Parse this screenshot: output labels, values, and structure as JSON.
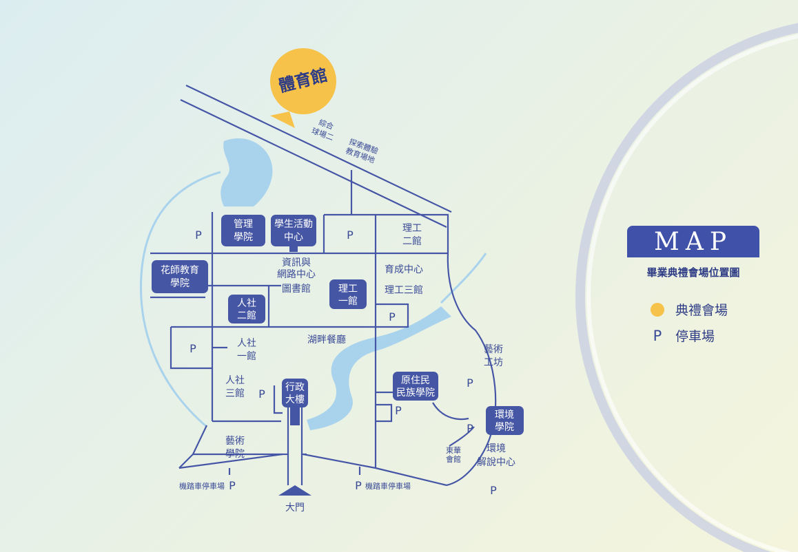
{
  "legend": {
    "title": "MAP",
    "subtitle": "畢業典禮會場位置圖",
    "ceremony_label": "典禮會場",
    "parking_label": "停車場",
    "parking_symbol": "P"
  },
  "venue": {
    "label": "體育館"
  },
  "buildings": {
    "management_l1": "管理",
    "management_l2": "學院",
    "student_center_l1": "學生活動",
    "student_center_l2": "中心",
    "hualien_edu_l1": "花師教育",
    "hualien_edu_l2": "學院",
    "science1_l1": "理工",
    "science1_l2": "一館",
    "humanities2_l1": "人社",
    "humanities2_l2": "二館",
    "admin_l1": "行政",
    "admin_l2": "大樓",
    "indigenous_l1": "原住民",
    "indigenous_l2": "民族學院",
    "environment_l1": "環境",
    "environment_l2": "學院"
  },
  "labels": {
    "court2_l1": "綜合",
    "court2_l2": "球場二",
    "explore_l1": "探索體驗",
    "explore_l2": "教育場地",
    "science2_l1": "理工",
    "science2_l2": "二館",
    "infocenter_l1": "資訊與",
    "infocenter_l2": "網路中心",
    "library": "圖書館",
    "yucheng": "育成中心",
    "science3": "理工三館",
    "lakeside": "湖畔餐廳",
    "humanities1_l1": "人社",
    "humanities1_l2": "一館",
    "humanities3_l1": "人社",
    "humanities3_l2": "三館",
    "arts_studio_l1": "藝術",
    "arts_studio_l2": "工坊",
    "arts_college_l1": "藝術",
    "arts_college_l2": "學院",
    "donghua_l1": "東華",
    "donghua_l2": "會館",
    "env_center_l1": "環境",
    "env_center_l2": "解說中心",
    "moto_left": "機踏車停車場",
    "moto_right": "機踏車停車場",
    "main_gate": "大門"
  },
  "colors": {
    "road": "#4656a6",
    "building": "#4556a4",
    "lake": "#a9d3ec",
    "venue": "#f6c24a"
  }
}
